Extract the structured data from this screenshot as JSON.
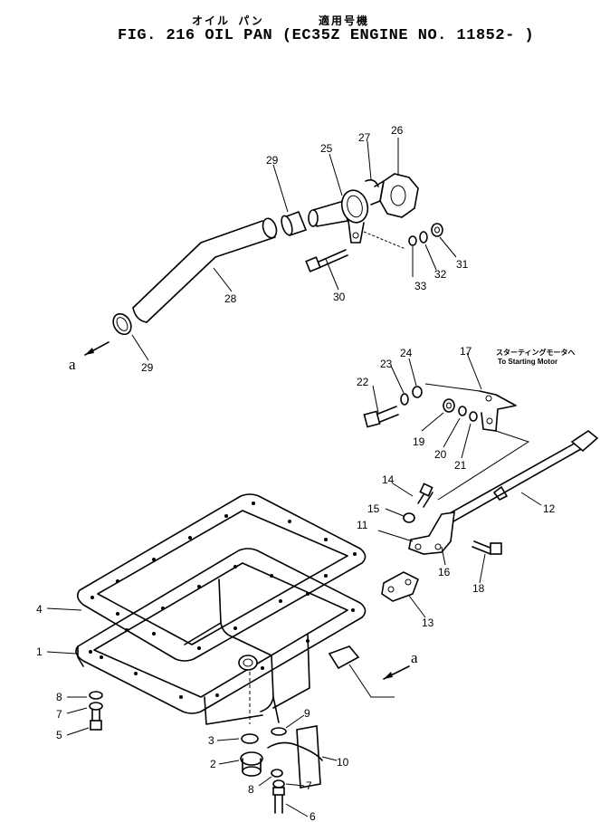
{
  "title": {
    "jp_left": "オイル パン",
    "jp_right": "適用号機",
    "main": "FIG. 216  OIL PAN  (EC35Z  ENGINE  NO. 11852- )"
  },
  "motor_note": {
    "jp": "スターティングモータへ",
    "en": "To Starting Motor"
  },
  "view_marker": "a",
  "callouts": {
    "p1": "1",
    "p2": "2",
    "p3": "3",
    "p4": "4",
    "p5": "5",
    "p6": "6",
    "p7": "7",
    "p8": "8",
    "p9": "9",
    "p10": "10",
    "p11": "11",
    "p12": "12",
    "p13": "13",
    "p14": "14",
    "p15": "15",
    "p16": "16",
    "p17": "17",
    "p18": "18",
    "p19": "19",
    "p20": "20",
    "p21": "21",
    "p22": "22",
    "p23": "23",
    "p24": "24",
    "p25": "25",
    "p26": "26",
    "p27": "27",
    "p28": "28",
    "p29": "29",
    "p30": "30",
    "p31": "31",
    "p32": "32",
    "p33": "33"
  }
}
